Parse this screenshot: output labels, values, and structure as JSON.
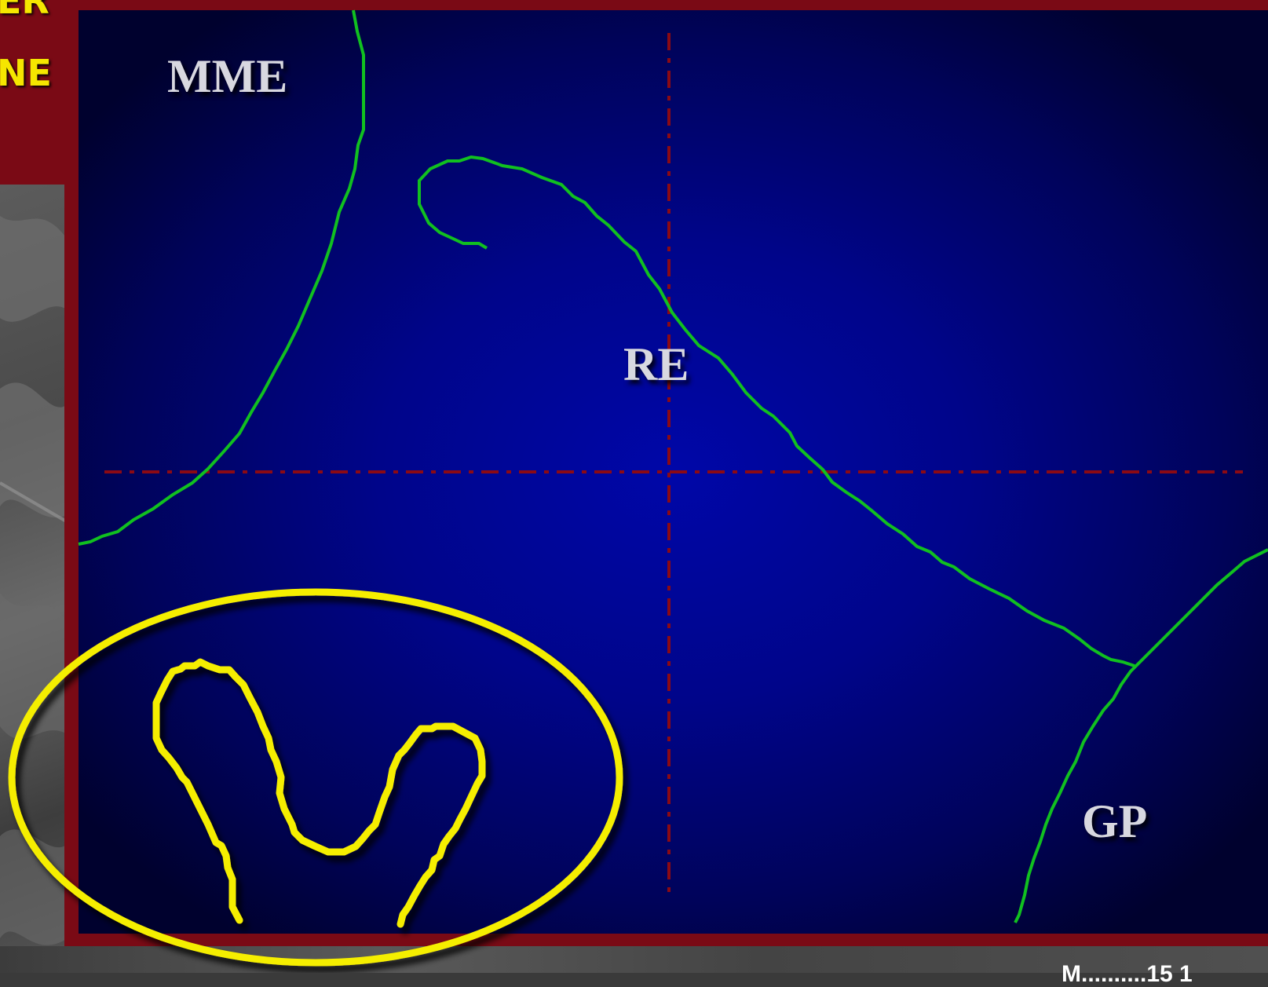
{
  "slide": {
    "corner_text_1": "ER",
    "corner_text_2": "NE",
    "footer_text": "M..........15 1"
  },
  "diagram": {
    "labels": {
      "mme": "MME",
      "re": "RE",
      "gp": "GP"
    },
    "colors": {
      "panel_blue": "#0007a8",
      "frame_red": "#7a0a15",
      "curve_green": "#11c020",
      "highlight_yellow": "#f5ee00",
      "axis_red": "#8b0a14",
      "label_grey": "#d8d8e0"
    }
  }
}
